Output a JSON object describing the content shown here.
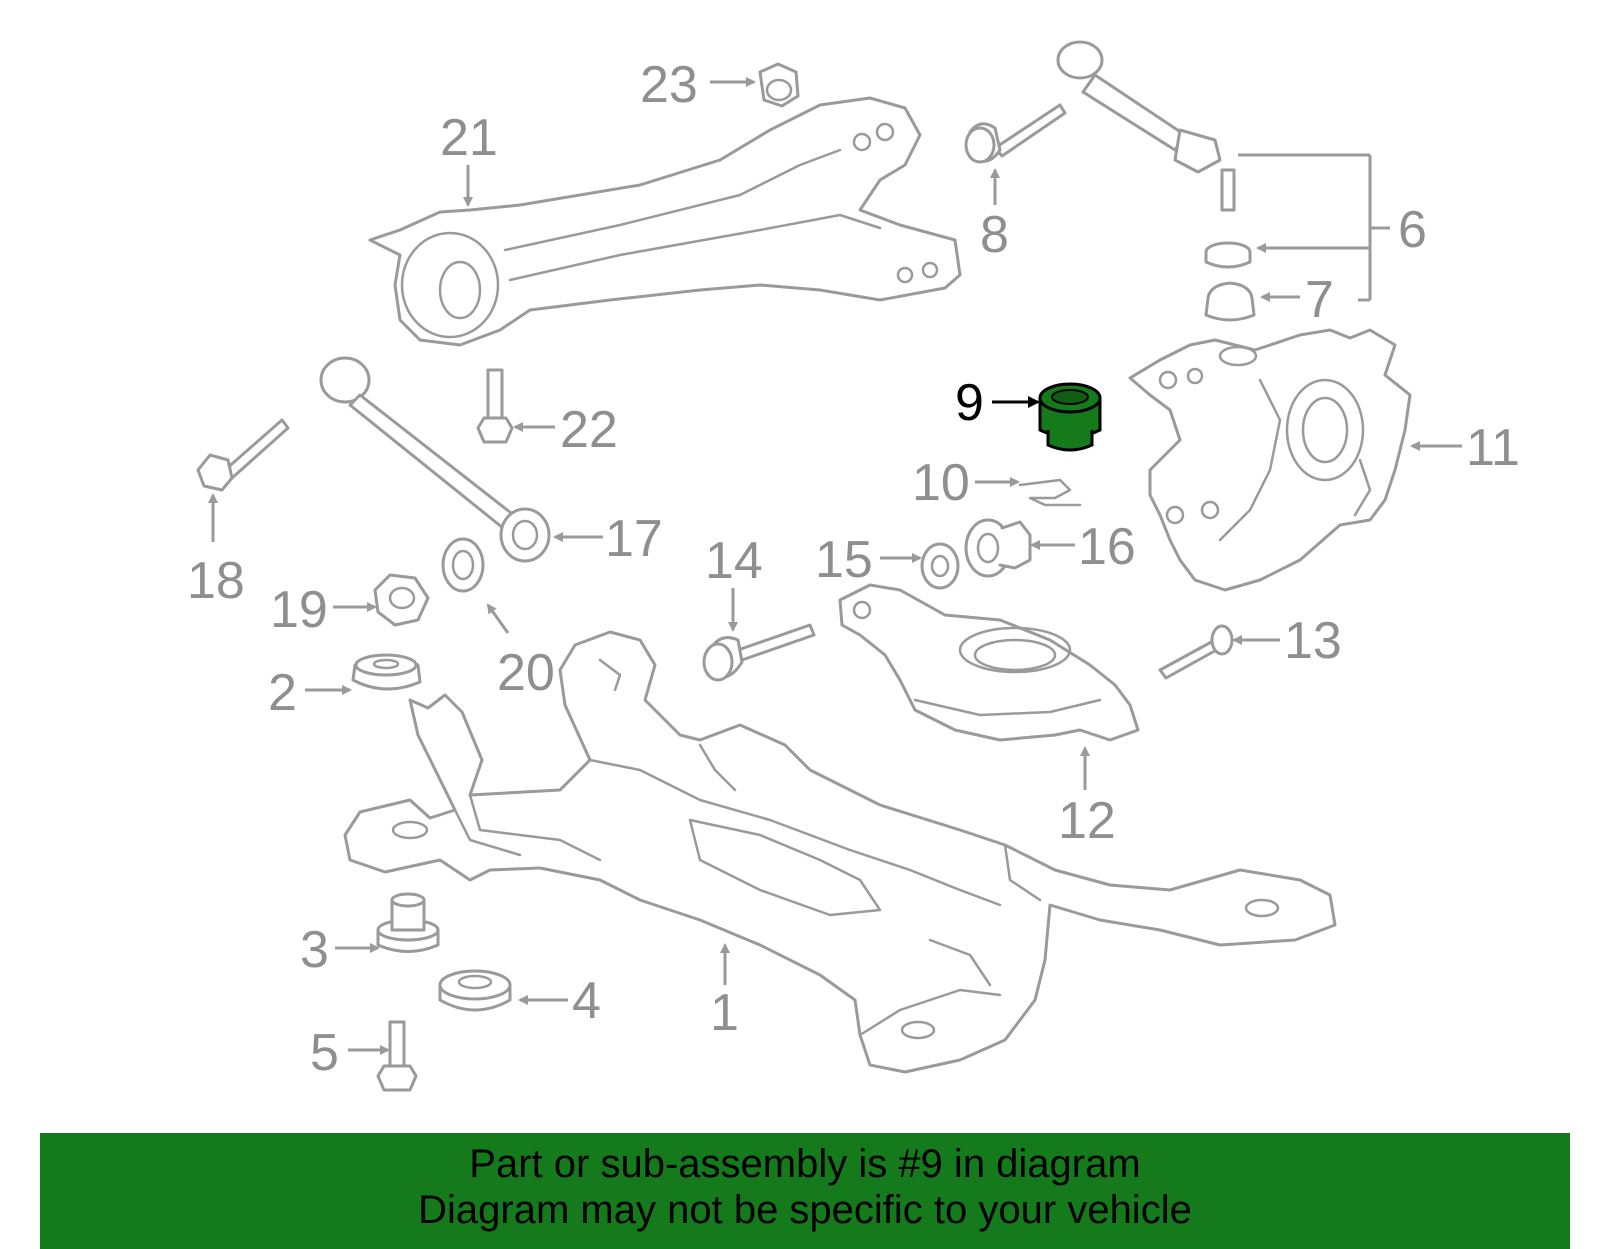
{
  "diagram": {
    "highlight_color": "#157a1a",
    "highlighted_part": "9",
    "callouts": [
      "1",
      "2",
      "3",
      "4",
      "5",
      "6",
      "7",
      "8",
      "9",
      "10",
      "11",
      "12",
      "13",
      "14",
      "15",
      "16",
      "17",
      "18",
      "19",
      "20",
      "21",
      "22",
      "23"
    ]
  },
  "banner": {
    "line1": "Part or sub-assembly is #9 in diagram",
    "line2": "Diagram may not be specific to your vehicle",
    "background": "#147a1c"
  }
}
